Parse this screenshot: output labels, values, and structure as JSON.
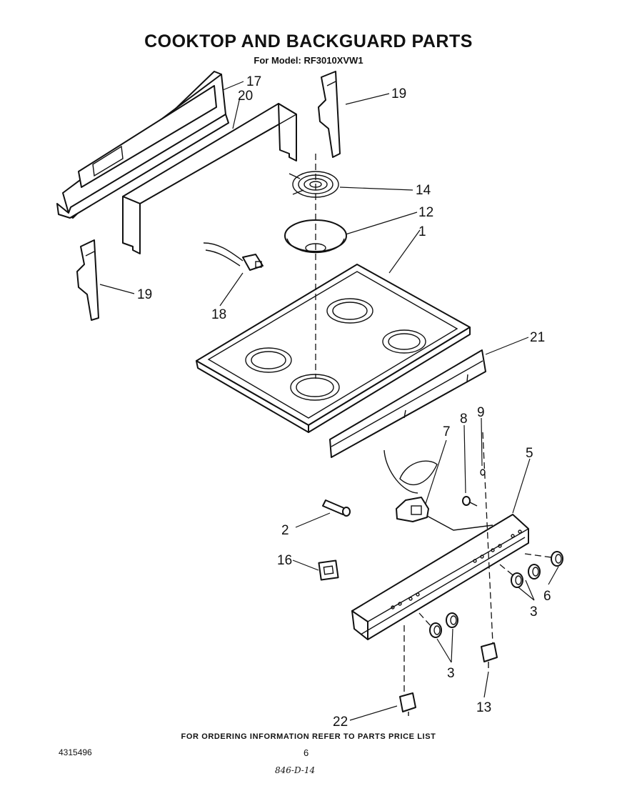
{
  "header": {
    "title": "COOKTOP AND BACKGUARD PARTS",
    "subtitle": "For Model: RF3010XVW1"
  },
  "callouts": {
    "c17": "17",
    "c20": "20",
    "c19_top": "19",
    "c14": "14",
    "c12": "12",
    "c1": "1",
    "c19_left": "19",
    "c18": "18",
    "c21": "21",
    "c7": "7",
    "c8": "8",
    "c9": "9",
    "c5": "5",
    "c2": "2",
    "c16": "16",
    "c6": "6",
    "c3_right": "3",
    "c3_left": "3",
    "c13": "13",
    "c22": "22"
  },
  "footer": {
    "note": "FOR ORDERING INFORMATION REFER TO PARTS PRICE LIST",
    "doc_number": "4315496",
    "page_number": "6",
    "handwritten": "846-D-14"
  }
}
